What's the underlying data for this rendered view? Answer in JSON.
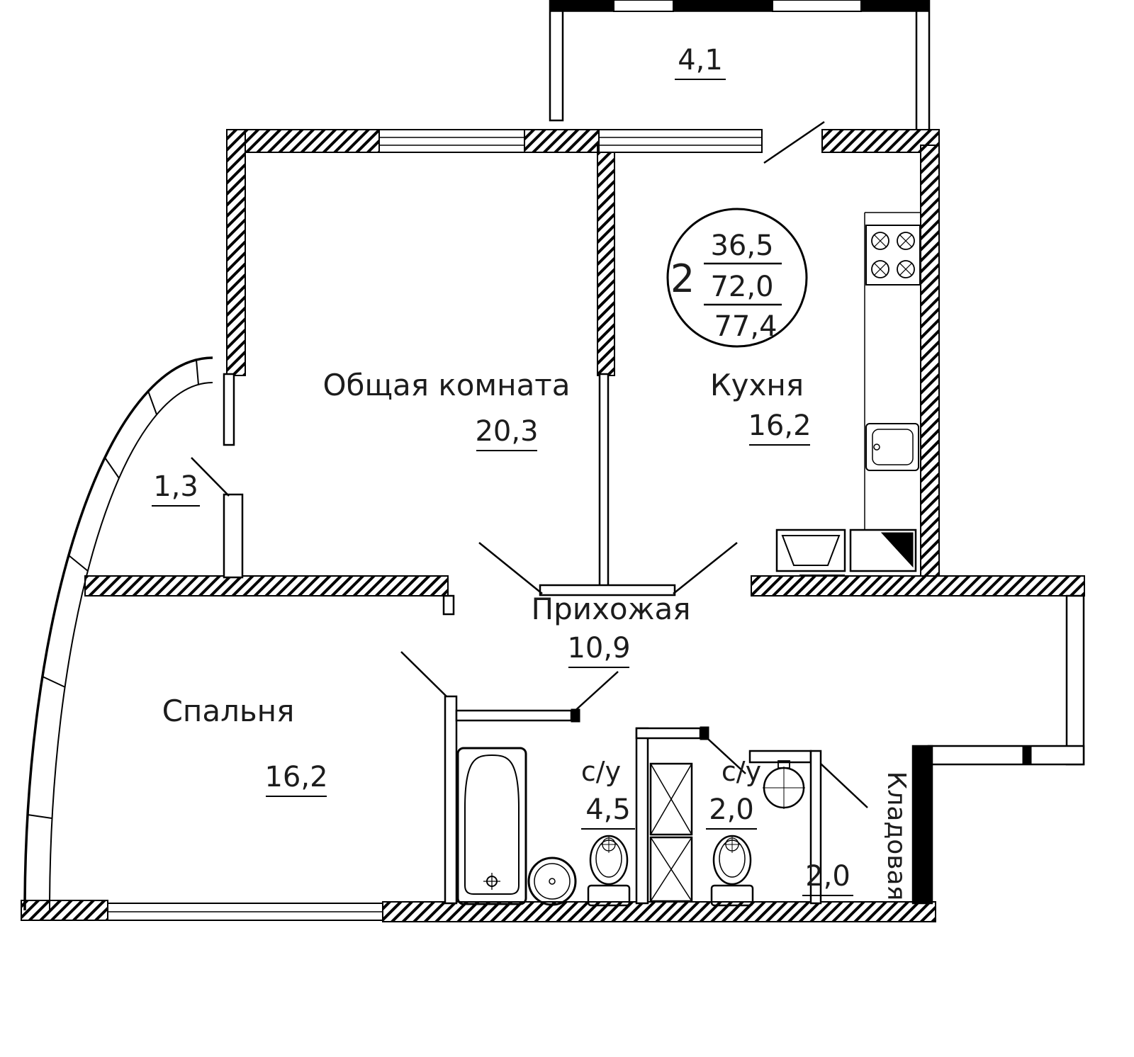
{
  "badge": {
    "rooms_count": "2",
    "living_area": "36,5",
    "area": "72,0",
    "total_area": "77,4"
  },
  "rooms": {
    "living_room": {
      "name": "Общая комната",
      "area": "20,3"
    },
    "kitchen": {
      "name": "Кухня",
      "area": "16,2"
    },
    "hallway": {
      "name": "Прихожая",
      "area": "10,9"
    },
    "bedroom": {
      "name": "Спальня",
      "area": "16,2"
    },
    "bathroom_main": {
      "name": "с/у",
      "area": "4,5"
    },
    "bathroom_guest": {
      "name": "с/у",
      "area": "2,0"
    },
    "storage": {
      "name": "Кладовая",
      "area": "2,0"
    },
    "balcony": {
      "area": "4,1"
    },
    "loggia": {
      "area": "1,3"
    }
  },
  "colors": {
    "wall": "#000000",
    "background": "#ffffff",
    "text": "#1c1c1c"
  }
}
